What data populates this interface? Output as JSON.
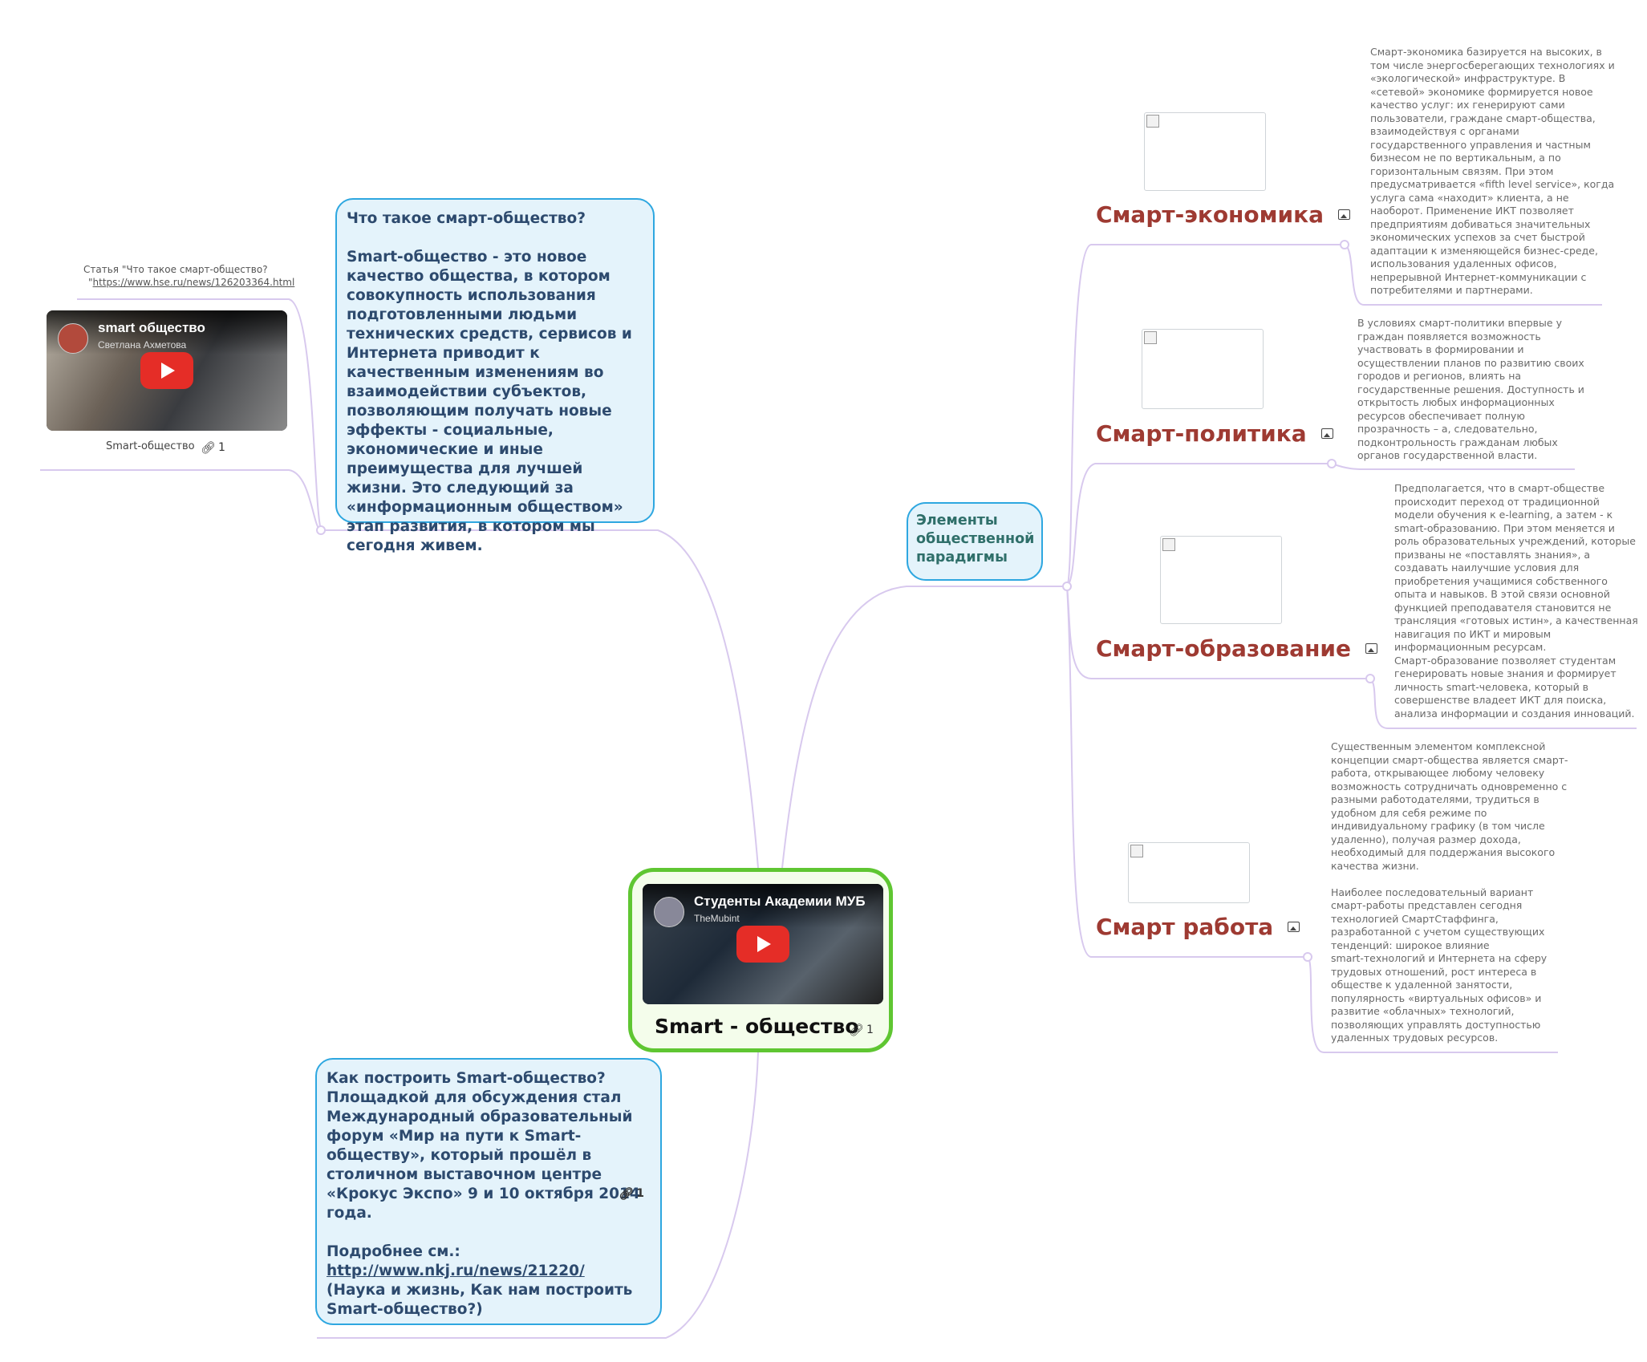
{
  "central": {
    "title": "Smart - общество",
    "link_count": "1",
    "video": {
      "title": "Студенты Академии МУБ",
      "channel": "TheMubint"
    }
  },
  "what_is": {
    "text": "Что такое смарт-общество?\n\nSmart-общество - это новое качество общества, в котором совокупность использования подготовленными людьми технических средств, сервисов и Интернета приводит к качественным изменениям во взаимодействии субъектов, позволяющим получать новые эффекты - социальные, экономические и иные преимущества для лучшей жизни. Это следующий за «информационным обществом» этап развития, в котором мы сегодня живем."
  },
  "left": {
    "article_text": "Статья \"Что такое смарт-общество?",
    "article_link": "https://www.hse.ru/news/126203364.html",
    "video": {
      "title": "smart общество",
      "channel": "Светлана Ахметова"
    },
    "caption": "Smart-общество",
    "link_count": "1"
  },
  "how_to": {
    "text": "Как построить Smart-общество? Площадкой для обсуждения стал Международный образовательный форум «Мир на пути к Smart-обществу», который прошёл в столичном выставочном центре «Крокус Экспо» 9 и 10 октября 2014 года.\n\nПодробнее см.:",
    "link": "http://www.nkj.ru/news/21220/",
    "tail": "(Наука и жизнь, Как нам построить Smart-общество?)",
    "link_count": "1"
  },
  "elements": {
    "label": "Элементы общественной парадигмы",
    "items": [
      {
        "title": "Смарт-экономика",
        "note": "Смарт-экономика базируется на высоких, в\nтом числе энергосберегающих технологиях и\n«экологической» инфраструктуре. В\n«сетевой» экономике формируется новое\nкачество услуг: их генерируют сами\nпользователи, граждане смарт-общества,\nвзаимодействуя с органами\nгосударственного управления и частным\nбизнесом не по вертикальным, а по\nгоризонтальным связям. При этом\nпредусматривается «fifth level service», когда\nуслуга сама «находит» клиента, а не\nнаоборот. Применение ИКТ позволяет\nпредприятиям добиваться значительных\nэкономических успехов за счет быстрой\nадаптации к изменяющейся бизнес-среде,\nиспользования удаленных офисов,\nнепрерывной Интернет-коммуникации с\nпотребителями и партнерами."
      },
      {
        "title": "Смарт-политика",
        "note": "В условиях смарт-политики впервые у\nграждан появляется возможность\nучаствовать в формировании и\nосуществлении планов по развитию своих\nгородов и регионов, влиять на\nгосударственные решения. Доступность и\nоткрытость любых информационных\nресурсов обеспечивает полную\nпрозрачность – а, следовательно,\nподконтрольность гражданам любых\nорганов государственной власти."
      },
      {
        "title": "Смарт-образование",
        "note": "Предполагается, что в смарт-обществе\nпроисходит переход от традиционной\nмодели обучения к e-learning, а затем - к\nsmart-образованию. При этом меняется и\nроль образовательных учреждений, которые\nпризваны не «поставлять знания», а\nсоздавать наилучшие условия для\nприобретения учащимися собственного\nопыта и навыков. В этой связи основной\nфункцией преподавателя становится не\nтрансляция «готовых истин», а качественная\nнавигация по ИКТ и мировым\nинформационным ресурсам.\nСмарт-образование позволяет студентам\nгенерировать новые знания и формирует\nличность smart-человека, который в\nсовершенстве владеет ИКТ для поиска,\nанализа информации и создания инноваций."
      },
      {
        "title": "Смарт работа",
        "note": "Существенным элементом комплексной\nконцепции смарт-общества является смарт-\nработа, открывающее любому человеку\nвозможность сотрудничать одновременно с\nразными работодателями, трудиться в\nудобном для себя режиме по\nиндивидуальному графику (в том числе\nудаленно), получая размер дохода,\nнеобходимый для поддержания высокого\nкачества жизни.\n\nНаиболее последовательный вариант\nсмарт-работы представлен сегодня\nтехнологией СмартСтаффинга,\nразработанной с учетом существующих\nтенденций: широкое влияние\nsmart-технологий и Интернета на сферу\nтрудовых отношений, рост интереса в\nобществе к удаленной занятости,\nпопулярность «виртуальных офисов» и\nразвитие «облачных» технологий,\nпозволяющих управлять доступностью\nудаленных трудовых ресурсов."
      }
    ]
  },
  "colors": {
    "central_border": "#5fc632",
    "bubble_border": "#2ea7e0",
    "subtopic": "#9e3a32",
    "connector": "#d8c9ee"
  }
}
